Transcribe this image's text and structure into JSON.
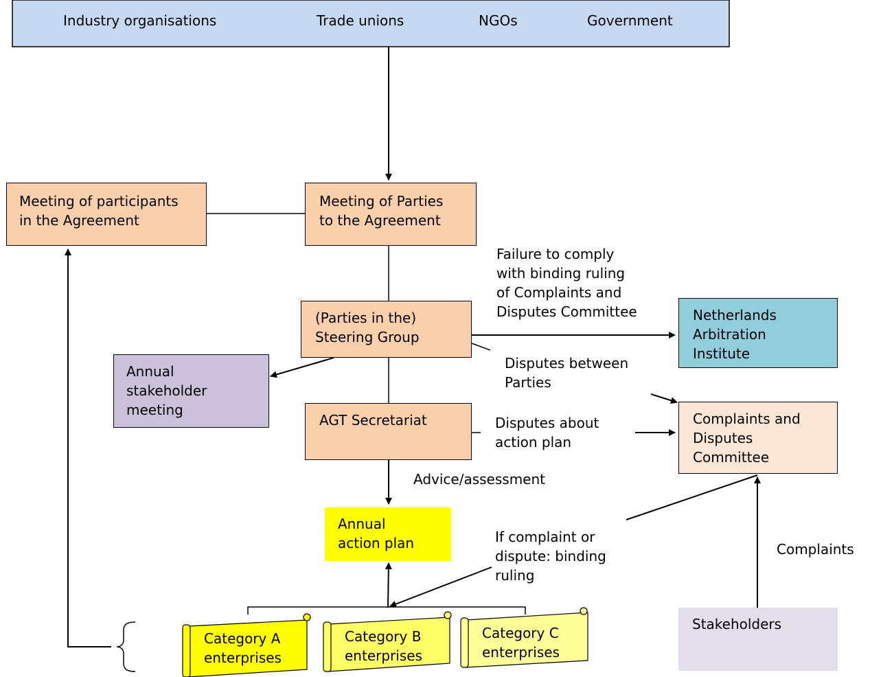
{
  "stakeholder_groups": [
    "Industry organisations",
    "Trade unions",
    "NGOs",
    "Government"
  ],
  "boxes": {
    "participants_meeting": "Meeting of participants\nin the Agreement",
    "parties_meeting": "Meeting of Parties\nto the Agreement",
    "steering_group": "(Parties in the)\nSteering Group",
    "annual_stakeholder_meeting": "Annual\nstakeholder\nmeeting",
    "agt_secretariat": "AGT Secretariat",
    "arbitration_institute": "Netherlands\nArbitration\nInstitute",
    "complaints_committee": "Complaints and\nDisputes\nCommittee",
    "annual_action_plan": "Annual\naction plan",
    "stakeholders": "Stakeholders"
  },
  "categories": [
    "Category A\nenterprises",
    "Category B\nenterprises",
    "Category C\nenterprises"
  ],
  "labels": {
    "failure_to_comply": "Failure to comply\nwith binding ruling\nof Complaints and\nDisputes Committee",
    "disputes_between_parties": "Disputes between\nParties",
    "disputes_action_plan": "Disputes about\naction plan",
    "advice_assessment": "Advice/assessment",
    "binding_ruling": "If complaint or\ndispute: binding\nruling",
    "complaints": "Complaints"
  },
  "colors": {
    "top_bar": "#c6d9f1",
    "peach": "#f9d0ab",
    "light_peach": "#fce6d5",
    "lilac": "#ccc1da",
    "teal": "#92cddc",
    "yellow": "#ffff00",
    "scroll_a": "#ffff00",
    "scroll_b": "#ffff66",
    "scroll_c": "#ffff99",
    "pale_lilac": "#e3deea"
  }
}
